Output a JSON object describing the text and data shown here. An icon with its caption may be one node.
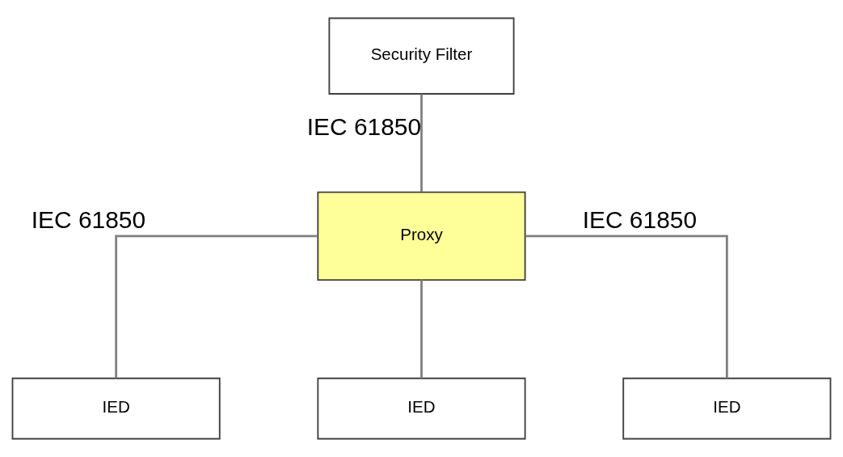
{
  "diagram": {
    "nodes": [
      {
        "text": [
          "Security Filter"
        ]
      },
      {
        "text": [
          "Proxy"
        ]
      },
      {
        "text": [
          "IED"
        ]
      },
      {
        "text": [
          "IED"
        ]
      },
      {
        "text": [
          "IED"
        ]
      }
    ],
    "edges": [
      {
        "from": 0,
        "to": 1,
        "arrow": "none",
        "label": "IEC 61850"
      },
      {
        "from": 1,
        "to": 2,
        "arrow": "none",
        "label": "IEC 61850"
      },
      {
        "from": 1,
        "to": 3,
        "arrow": "none"
      },
      {
        "from": 1,
        "to": 4,
        "arrow": "none",
        "label": "IEC 61850"
      }
    ]
  }
}
